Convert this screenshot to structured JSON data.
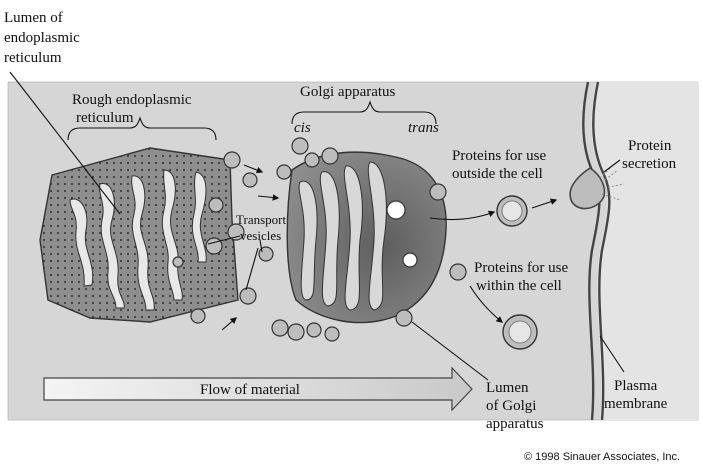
{
  "labels": {
    "lumen_er_1": "Lumen of",
    "lumen_er_2": "endoplasmic",
    "lumen_er_3": "reticulum",
    "rough_er_1": "Rough endoplasmic",
    "rough_er_2": "reticulum",
    "golgi": "Golgi apparatus",
    "cis": "cis",
    "trans": "trans",
    "transport_1": "Transport",
    "transport_2": "vesicles",
    "outside_1": "Proteins for use",
    "outside_2": "outside the cell",
    "within_1": "Proteins for use",
    "within_2": "within the cell",
    "secretion_1": "Protein",
    "secretion_2": "secretion",
    "flow": "Flow of material",
    "lumen_golgi_1": "Lumen",
    "lumen_golgi_2": "of Golgi",
    "lumen_golgi_3": "apparatus",
    "plasma_1": "Plasma",
    "plasma_2": "membrane"
  },
  "copyright": "© 1998 Sinauer Associates, Inc.",
  "colors": {
    "cytoplasm": "#d6d6d6",
    "organelle": "#8e8e8e",
    "organelle_dark": "#6a6a6a",
    "vesicle": "#bdbdbd",
    "arrow": "#e0e0e0"
  }
}
